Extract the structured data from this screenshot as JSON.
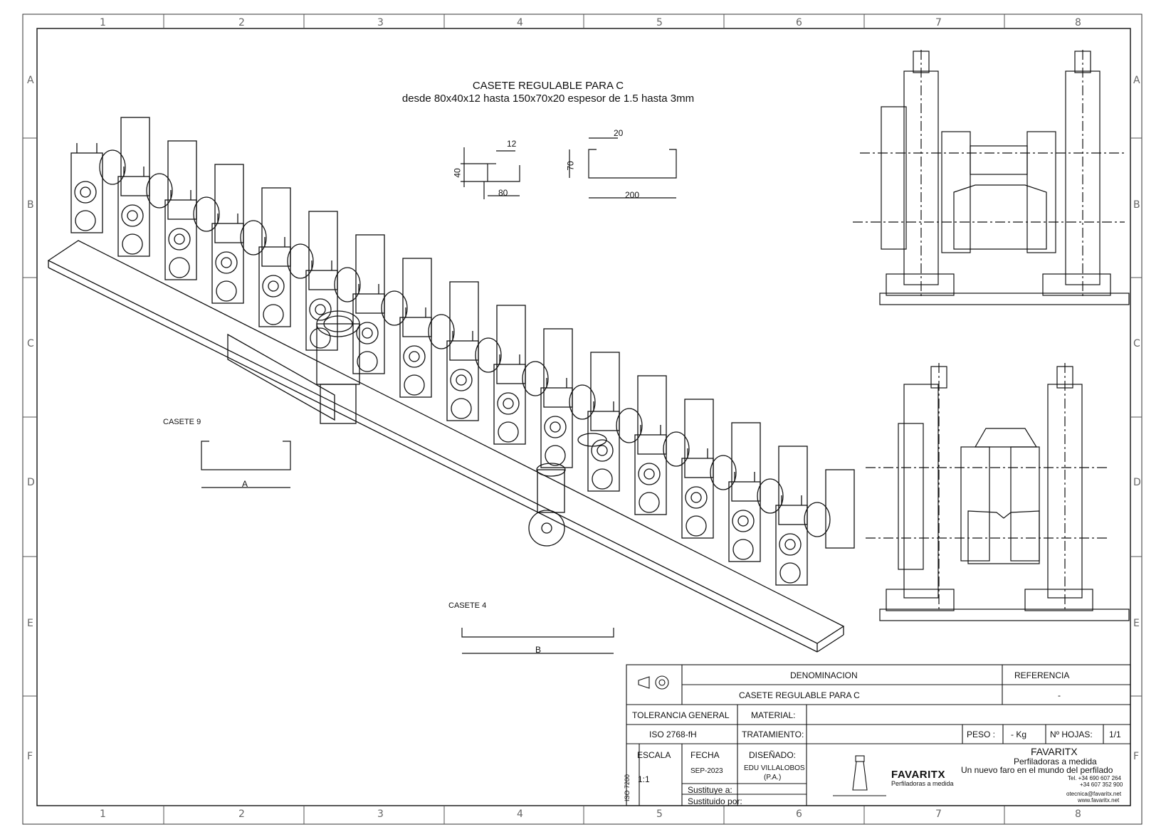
{
  "title": {
    "line1": "CASETE REGULABLE PARA C",
    "line2": "desde 80x40x12 hasta 150x70x20  espesor de 1.5 hasta 3mm"
  },
  "grid": {
    "columns": [
      "1",
      "2",
      "3",
      "4",
      "5",
      "6",
      "7",
      "8"
    ],
    "rows": [
      "A",
      "B",
      "C",
      "D",
      "E",
      "F"
    ]
  },
  "dimensions": {
    "small_profile": {
      "lip": "12",
      "height": "40",
      "width": "80"
    },
    "large_profile": {
      "lip": "20",
      "height": "70",
      "width": "200"
    }
  },
  "casettes": {
    "casete9": {
      "label": "CASETE 9",
      "dim": "A"
    },
    "casete4": {
      "label": "CASETE 4",
      "dim": "B"
    }
  },
  "title_block": {
    "denominacion_label": "DENOMINACION",
    "denominacion_value": "CASETE REGULABLE PARA C",
    "referencia_label": "REFERENCIA",
    "referencia_value": "-",
    "tolerancia_label": "TOLERANCIA GENERAL",
    "tolerancia_value": "ISO 2768-fH",
    "material_label": "MATERIAL:",
    "tratamiento_label": "TRATAMIENTO:",
    "peso_label": "PESO :",
    "peso_value": "- Kg",
    "hojas_label": "Nº HOJAS:",
    "hojas_value": "1/1",
    "escala_label": "ESCALA",
    "escala_value": "1:1",
    "fecha_label": "FECHA",
    "fecha_value": "SEP-2023",
    "disenado_label": "DISEÑADO:",
    "disenado_value": "EDU VILLALOBOS",
    "disenado_initials": "(P.A.)",
    "sustituye_label": "Sustituye  a:",
    "sustituido_label": "Sustituido  por:",
    "iso_vertical": "ISO 7200",
    "company_name": "FAVARITX",
    "company_tagline": "Perfiladoras a medida",
    "company_motto": "Un nuevo faro en el mundo del perfilado",
    "tel1": "Tel. +34 690 607 264",
    "tel2": "+34 607 352 900",
    "email": "otecnica@favaritx.net",
    "web": "www.favaritx.net",
    "logo_word": "FAVARITX",
    "logo_sub": "Perfiladoras a medida"
  },
  "colors": {
    "line": "#1a1a1a",
    "grid_text": "#666666",
    "paper": "#ffffff"
  }
}
